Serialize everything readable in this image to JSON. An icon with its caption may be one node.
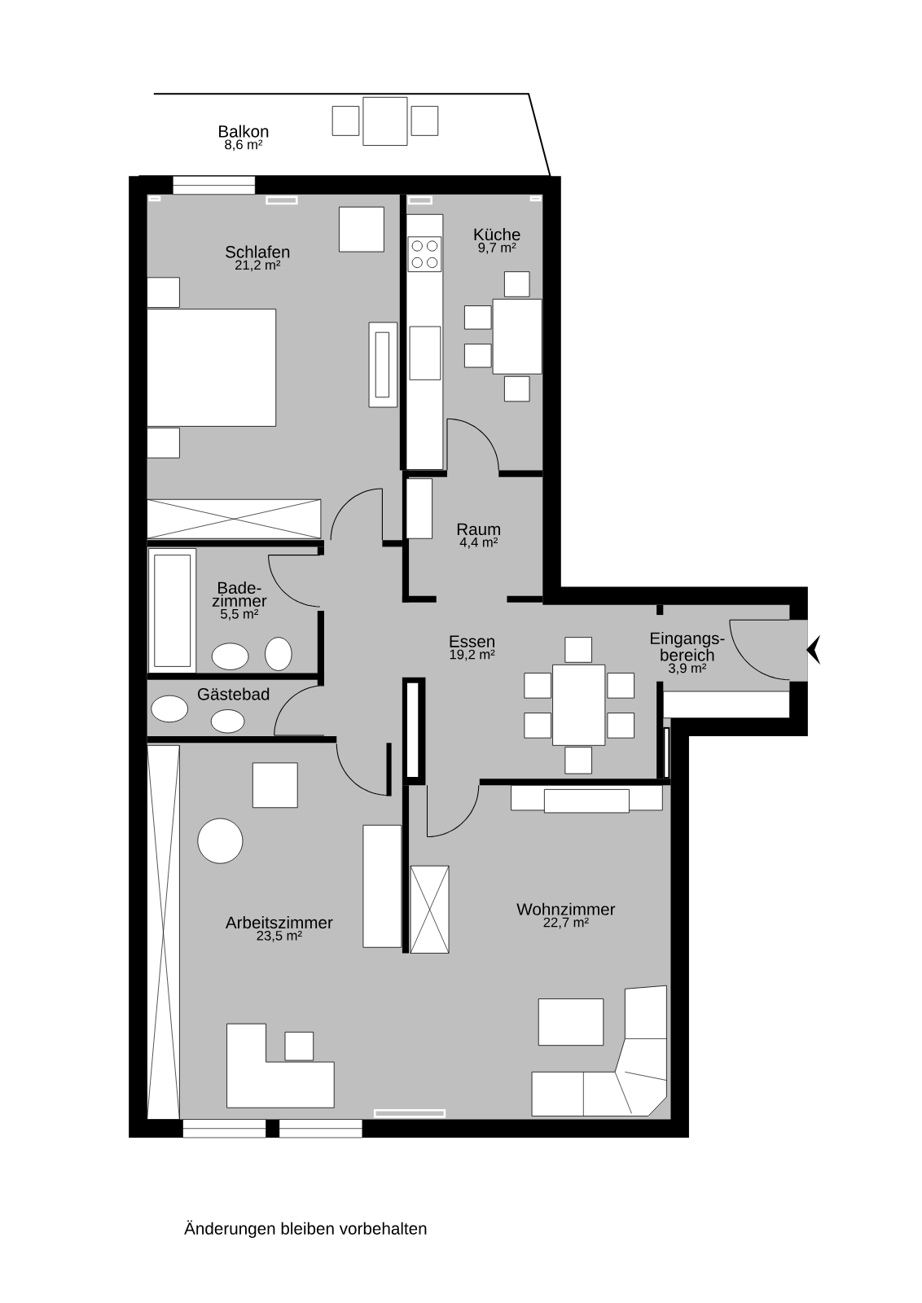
{
  "diagram": {
    "nodes": [
      {
        "text": [
          "Balkon",
          "8,6 m²"
        ]
      },
      {
        "text": [
          "Schlafen",
          "21,2 m²"
        ]
      },
      {
        "text": [
          "Küche",
          "9,7 m²"
        ]
      },
      {
        "text": [
          "Raum",
          "4,4 m²"
        ]
      },
      {
        "text": [
          "Bade- zimmer",
          "5,5 m²"
        ]
      },
      {
        "text": [
          "Gästebad"
        ]
      },
      {
        "text": [
          "Essen",
          "19,2 m²"
        ]
      },
      {
        "text": [
          "Eingangs- bereich",
          "3,9 m²"
        ]
      },
      {
        "text": [
          "Arbeitszimmer",
          "23,5 m²"
        ]
      },
      {
        "text": [
          "Wohnzimmer",
          "22,7 m²"
        ]
      }
    ],
    "labels": [
      "Änderungen bleiben vorbehalten"
    ]
  }
}
